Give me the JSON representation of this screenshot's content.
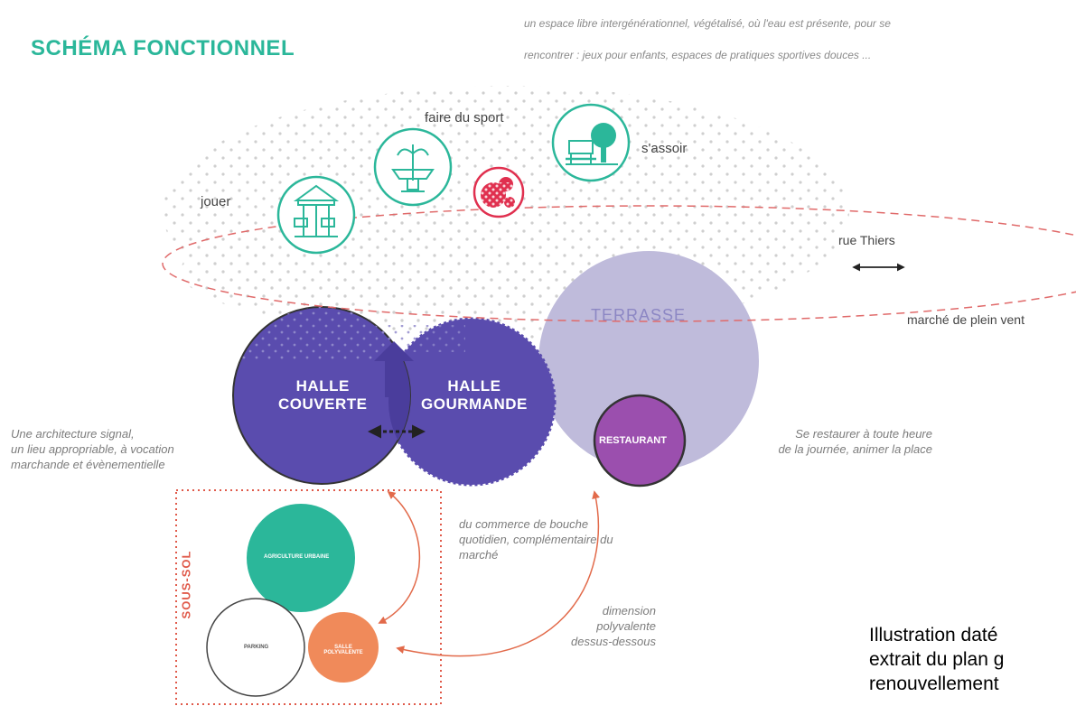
{
  "header": {
    "title": "SCHÉMA FONCTIONNEL",
    "intro_line1": "un espace libre intergénérationnel, végétalisé, où l'eau est présente, pour se",
    "intro_line2": "rencontrer : jeux pour enfants, espaces de pratiques sportives douces ..."
  },
  "activities": {
    "jouer": "jouer",
    "sport": "faire du sport",
    "assoir": "s'assoir"
  },
  "street": {
    "name": "rue Thiers",
    "market": "marché de plein vent"
  },
  "zones": {
    "terrasse": "TERRASSE",
    "halle_couverte": [
      "HALLE",
      "COUVERTE"
    ],
    "halle_gourmande": [
      "HALLE",
      "GOURMANDE"
    ],
    "restaurant": "RESTAURANT"
  },
  "basement": {
    "label": "SOUS-SOL",
    "agriculture": "AGRICULTURE URBAINE",
    "parking": "PARKING",
    "salle": "SALLE POLYVALENTE"
  },
  "annotations": {
    "architecture": [
      "Une architecture signal,",
      "un lieu appropriable, à vocation",
      "marchande et évènementielle"
    ],
    "restaurer": [
      "Se restaurer à toute heure",
      "de la journée, animer la place"
    ],
    "commerce": [
      "du commerce de bouche",
      "quotidien, complémentaire du",
      "marché"
    ],
    "dimension": [
      "dimension",
      "polyvalente",
      "dessus-dessous"
    ]
  },
  "caption": [
    "Illustration daté",
    "extrait du plan g",
    "renouvellement"
  ],
  "colors": {
    "teal": "#2bb79a",
    "halle_purple": "#5a4cae",
    "terrasse_lavender": "#bfbbdb",
    "restaurant_purple": "#9b4fae",
    "red_accent": "#e0304f",
    "orange": "#f08a5a",
    "arrow_orange": "#e26a4a",
    "dot_gray": "#d0d0d0"
  }
}
